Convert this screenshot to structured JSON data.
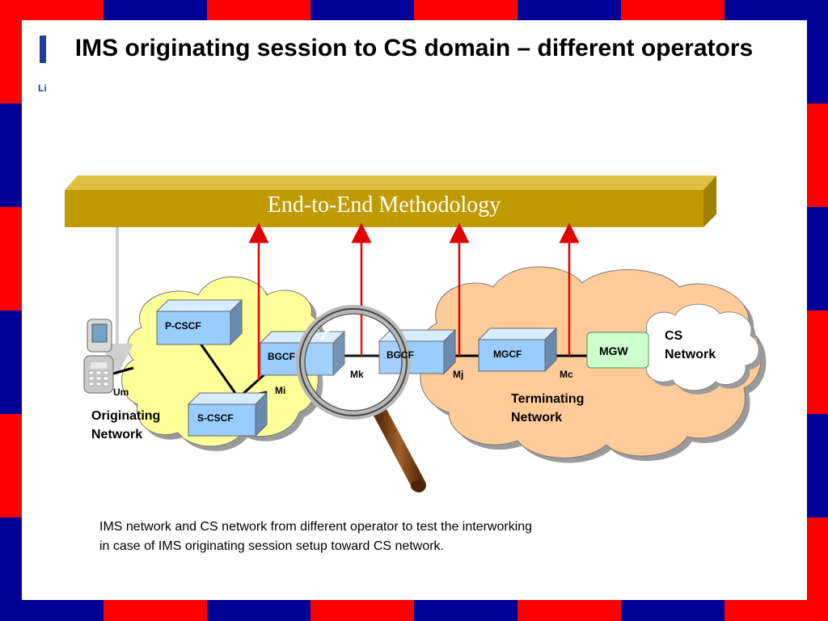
{
  "title": "IMS originating session to CS domain – different operators",
  "logo": {
    "fragment_text": "Li"
  },
  "banner": {
    "text": "End-to-End Methodology"
  },
  "nodes": {
    "pcscf": "P-CSCF",
    "bgcf_orig": "BGCF",
    "scscf": "S-CSCF",
    "bgcf_term": "BGCF",
    "mgcf": "MGCF",
    "mgw": "MGW"
  },
  "interfaces": {
    "um": "Um",
    "mi": "Mi",
    "mk": "Mk",
    "mj": "Mj",
    "mc": "Mc"
  },
  "networks": {
    "originating_line1": "Originating",
    "originating_line2": "Network",
    "terminating_line1": "Terminating",
    "terminating_line2": "Network",
    "cs_line1": "CS",
    "cs_line2": "Network"
  },
  "description": "IMS network and CS network from different operator to test the interworking in case of IMS originating session setup toward CS network.",
  "colors": {
    "frame_red": "#ff0000",
    "frame_navy": "#000099",
    "banner_gold": "#bf9a00",
    "ims_cloud": "#ffff99",
    "term_cloud": "#ffcc99",
    "node_blue": "#99ccff",
    "mgw_green": "#ccffcc",
    "arrow_red": "#e00000"
  }
}
